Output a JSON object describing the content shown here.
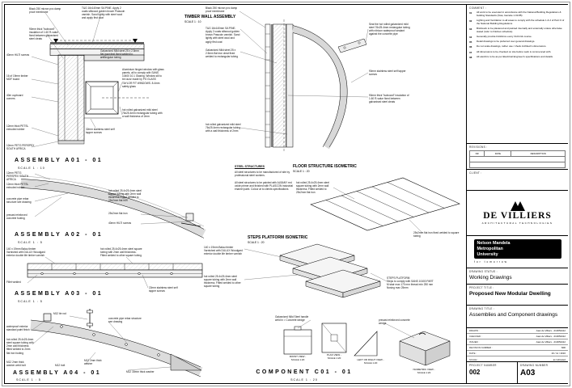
{
  "drawings": {
    "a01": {
      "title": "ASSEMBLY  A01 - 01",
      "scale": "SCALE  1 : 10",
      "annotations": [
        "Black 250 micron pvc damp proof membrane",
        "T&G 16x140mm SA PINE. Apply 2 coats siltwood golden brown Prascoin varnish. Sand lightly with steel wool and apply first coat",
        "90mm thick \"isoboard\" insulation of 1.60 R-value fixed between galvanised steel cleats",
        "40mm HILTI screws",
        "16 of 19mm timber MDF board",
        "40m cupboard corners",
        "12mm thick PETSL extruded rubber",
        "Galvanized Mild steel 25 x 2.5mm flat iron cleat fixed welded to rectangular tubing",
        "Aluminium hinged window with glass panels, all to comply with SANS 10400 10.1 Glazing. Window sill to be razor made by PG GLASS TAYLOR FIT WINDOWS. 8.4mm safety glass",
        "hot rolled galvanized mild steel 76x25.4mm rectangular tubing with a wall thickness of 2mm",
        "32mm stainless steel self tapper screws",
        "12mm PETG PERSPEX SOUTH AFRICA"
      ]
    },
    "a02": {
      "title": "ASSEMBLY  A02 - 01",
      "scale": "SCALE  1 : 5",
      "annotations": [
        "12mm PETG PERSPEX SOUTH AFRICA",
        "12mm thick PETSL extruded rubber",
        "concrete pipe rebar structure see drawing",
        "precast reinforced concrete footing",
        "hot rolled 25.4x25.4mm steel square tubing with 2mm wall thickness. Fitted welded to 25x2mm flat iron",
        "25x2mm flat iron",
        "40mm HILTI screws"
      ]
    },
    "a03": {
      "title": "ASSEMBLY  A03 - 01",
      "scale": "SCALE  1 : 5",
      "annotations": [
        "140 x 19mm Balau timber Varnished with DULUX Woodgard exterior double life timber varnish",
        "hot rolled 25.4x25.4mm steel square tubing with 2mm wall thickness. Fitted welded to other square tubing",
        "Fillet welded",
        "22mm stainless steel self tapper screws"
      ]
    },
    "a04": {
      "title": "ASSEMBLY  A04 - 01",
      "scale": "SCALE  1 : 5",
      "annotations": [
        "M12 tie rod",
        "concrete pipe rebar structure see drawing",
        "waterproof exterior standard paint finish",
        "hot rolled 25.4x25.4mm steel square tubing with 2mm wall thickness fitted welded to 2mm flat iron footing",
        "M12 2mm thick washer weld bolt",
        "M12 bolt",
        "M12 2mm thick washer",
        "M12 30mm thick washer"
      ]
    },
    "timber_wall": {
      "title": "TIMBER WALL ASSEMBLY",
      "scale": "SCALE 1 : 10",
      "annotations": [
        "Black 250 micron pvc damp proof membrane",
        "T&G 16x140mm SA PINE. Apply 2 coats siltwood golden brown Prascoin varnish. Sand lightly with steel wool and apply first coat",
        "Galvanized Mild steel 25 x 2.5mm flat iron cleat fixed welded to rectangular tubing",
        "hot rolled galvanized mild steel 76x25.4mm rectangular tubing with a wall thickness of 2mm",
        "Seal the hot rolled galvanized mild steel 76x25.4mm rectangular tubing with nitricon waterproof sealant against the concrete pipe",
        "90mm stainless steel self tapper screws",
        "90mm thick \"isoboard\" insulation of 1.60 R-value fixed between galvanised steel cleats"
      ]
    },
    "steel_notes": {
      "title": "STEEL STRUCTURES",
      "body": "All steel structures to be manufactured of site by professional steel workers.\n\nAll steel structures to be painted with ALBANY red oxide primer and finished with PLASCON industrial enamel paint. Colour at to clients specifications"
    },
    "floor_iso": {
      "title": "FLOOR STRUCTURE ISOMETRIC",
      "scale": "SCALE 1 : 20",
      "annotations": [
        "hot rolled 25.4x25.4mm steel square tubing with 2mm wall thickness. Fitted welded to 25x2mm flat iron",
        "25x2mm flat iron fixed welded to square tubing"
      ]
    },
    "steps_iso": {
      "title": "STEPS PLATFORM ISOMETRIC",
      "scale": "SCALE 1 : 20",
      "annotations": [
        "140 x 19mm Balau timber Varnished with DULUX Woodgard exterior double life timber varnish",
        "hot rolled 25.4x25.4mm steel square tubing with 2mm wall thickness. Fitted welded to other square tubing",
        "STEPS PLATFORM\nSteps to comply with SANS 10400 PART M stair max 170 mm thread min 250 mm Nosing max 25mm"
      ]
    },
    "component": {
      "title": "COMPONENT  C01 - 01",
      "scale": "SCALE  1 : 20",
      "views": [
        {
          "name": "FRONT VIEW -",
          "scale": "SCALE 1:20"
        },
        {
          "name": "PLAN VIEW -",
          "scale": "SCALE 1:20"
        },
        {
          "name": "LEFT OR RIGHT VIEW -",
          "scale": "SCALE 1:20"
        },
        {
          "name": "ISOMETRIC VIEW -",
          "scale": "SCALE 1:20"
        }
      ],
      "annotations": [
        "Galvanized Mild Steel handle weld in = Concrete wedge",
        "precast reinforced concrete wedge"
      ]
    }
  },
  "titleblock": {
    "comment": {
      "label": "COMMENT :",
      "items": [
        {
          "nr": "01",
          "text": "All work to be executed in accordance with the National Building Regulations & building Standards (Now, Gazette 1.03.85)"
        },
        {
          "nr": "02",
          "text": "Lighting and Ventilation to all areas to comply with the schedule 1 & 2 of Part O of the National Building Regulations"
        },
        {
          "nr": "03",
          "text": "Brickwork to be plastered and painted internally and externally unless otherwise stated (refer to finishes schedule)"
        },
        {
          "nr": "04",
          "text": "Generally provide brickforce every 3rd brick course."
        },
        {
          "nr": "05",
          "text": "Detail drawings to be preferred over general drawings."
        },
        {
          "nr": "06",
          "text": "Do not scale drawings, rather use / check Architect's dimensions."
        },
        {
          "nr": "07",
          "text": "All dimensions to be checked on site before work is commenced with."
        },
        {
          "nr": "08",
          "text": "All electrics to be as per Electrical Engineer's specifications and details."
        }
      ]
    },
    "revisions": {
      "label": "REVISIONS :",
      "columns": [
        "NR",
        "DATE",
        "DESCRIPTION"
      ]
    },
    "client": {
      "label": "CLIENT :"
    },
    "logo": {
      "name": "DE VILLIERS",
      "subtitle": "ARCHITECTURAL TECHNOLOGIES"
    },
    "university": {
      "line1": "Nelson Mandela",
      "line2": "Metropolitan",
      "line3": "University",
      "tagline": "for tomorrow"
    },
    "status": {
      "label": "DRAWING STATUS :",
      "value": "Working Drawings"
    },
    "project": {
      "label": "PROJECT TITLE :",
      "value": "Proposed New Modular Dwelling"
    },
    "sheet": {
      "label": "DRAWING TITLE :",
      "value": "Assemblies and Component drawings"
    },
    "meta": {
      "rows": [
        {
          "label": "DRAWN :",
          "value": "Juan de Villiers - 213052412"
        },
        {
          "label": "CHECKED :",
          "value": "Juan de Villiers - 213052412"
        },
        {
          "label": "ISSUED :",
          "value": "Juan de Villiers - 213052412"
        },
        {
          "label": "REVISION NUMBER :",
          "value": "N00"
        },
        {
          "label": "DATE :",
          "value": "16 / 11 / 2016"
        },
        {
          "label": "SCALE :",
          "value": "as indicated"
        }
      ]
    },
    "numbers": {
      "project_label": "PROJECT NUMBER",
      "project_value": "002",
      "drawing_label": "DRAWING NUMBER",
      "drawing_value": "A03"
    }
  }
}
